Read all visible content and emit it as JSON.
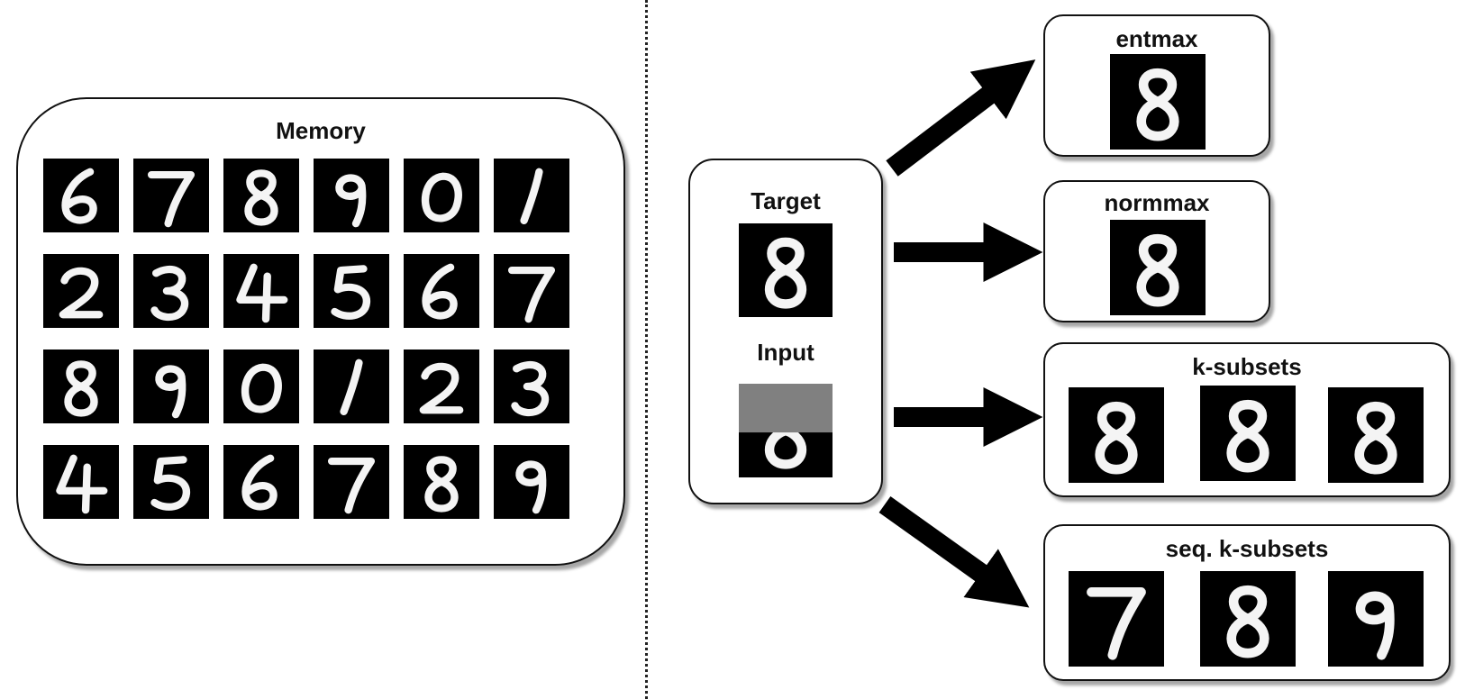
{
  "memory": {
    "title": "Memory",
    "digits": [
      "6",
      "7",
      "8",
      "9",
      "0",
      "1",
      "2",
      "3",
      "4",
      "5",
      "6",
      "7",
      "8",
      "9",
      "0",
      "1",
      "2",
      "3",
      "4",
      "5",
      "6",
      "7",
      "8",
      "9"
    ]
  },
  "query": {
    "target_label": "Target",
    "input_label": "Input",
    "target_digit": "8",
    "input_digit": "8"
  },
  "outputs": [
    {
      "title": "entmax",
      "digits": [
        "8"
      ]
    },
    {
      "title": "normmax",
      "digits": [
        "8"
      ]
    },
    {
      "title": "k-subsets",
      "digits": [
        "8",
        "8",
        "8"
      ]
    },
    {
      "title": "seq. k-subsets",
      "digits": [
        "7",
        "8",
        "9"
      ]
    }
  ],
  "colors": {
    "stroke": "#111111",
    "tile": "#000000",
    "ink": "#f4f4f4",
    "mask": "#808080"
  }
}
